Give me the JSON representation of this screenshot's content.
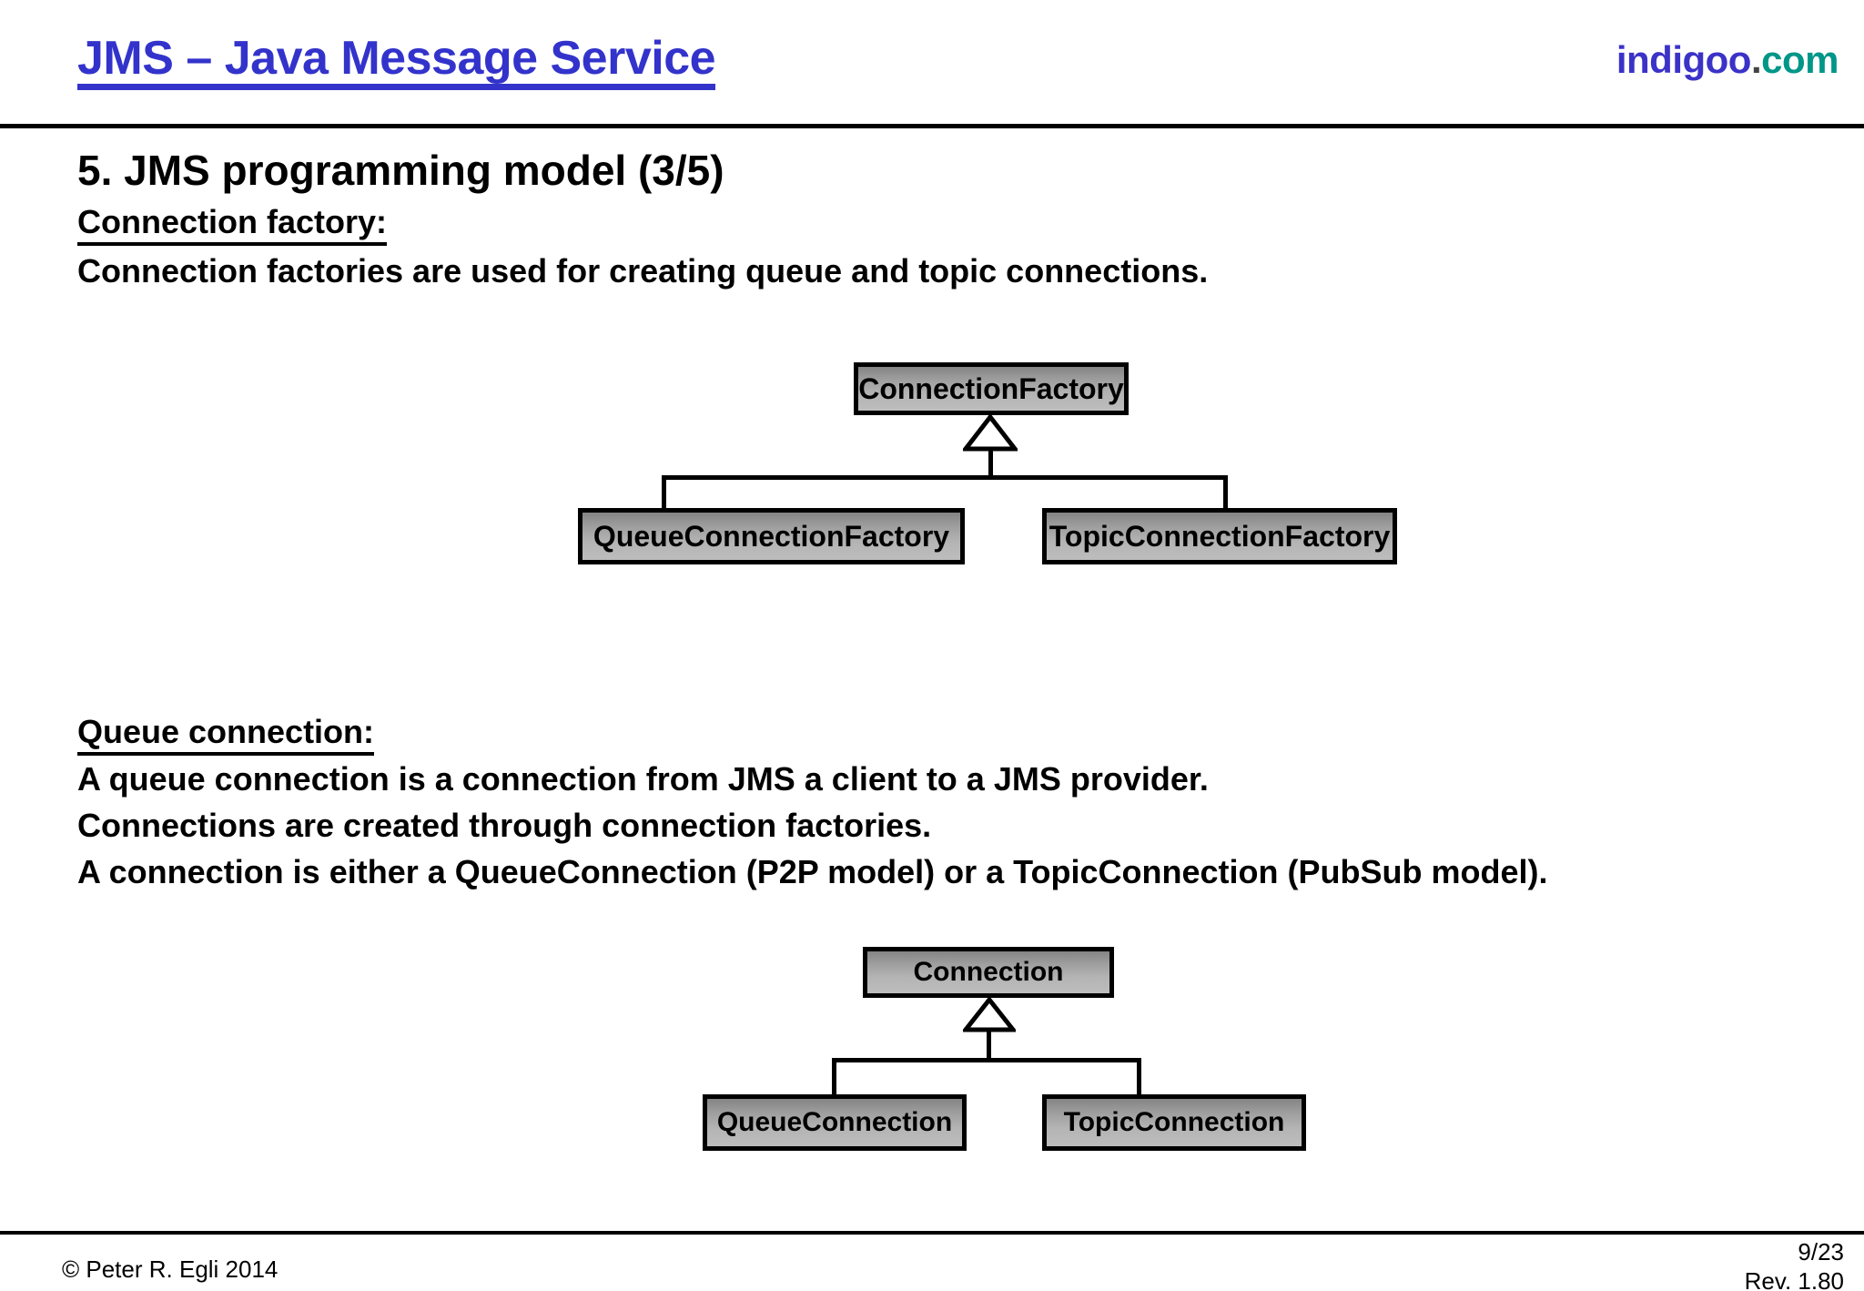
{
  "header": {
    "title": "JMS – Java Message Service",
    "brand_name": "indigoo",
    "brand_dot": ".",
    "brand_tld": "com",
    "title_color": "#3333cc",
    "brand_name_color": "#3b32c8",
    "brand_tld_color": "#009688"
  },
  "content": {
    "section_title": "5. JMS programming model (3/5)",
    "subheading_1": "Connection factory:",
    "paragraph_1": "Connection factories are used for creating queue and topic connections.",
    "subheading_2": "Queue connection:",
    "paragraph_2_line_1": "A queue connection is a connection from JMS a client to a JMS provider.",
    "paragraph_2_line_2": "Connections are created through connection factories.",
    "paragraph_2_line_3": "A connection is either a QueueConnection (P2P model) or a TopicConnection (PubSub model)."
  },
  "diagrams": [
    {
      "id": "connection-factory-hierarchy",
      "parent": "ConnectionFactory",
      "children": [
        "QueueConnectionFactory",
        "TopicConnectionFactory"
      ],
      "relation": "generalization"
    },
    {
      "id": "connection-hierarchy",
      "parent": "Connection",
      "children": [
        "QueueConnection",
        "TopicConnection"
      ],
      "relation": "generalization"
    }
  ],
  "footer": {
    "copyright": "© Peter R. Egli 2014",
    "page": "9/23",
    "revision": "Rev. 1.80"
  }
}
